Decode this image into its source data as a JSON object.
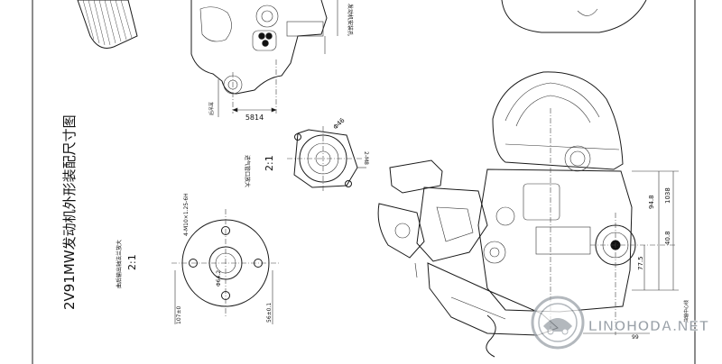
{
  "drawing": {
    "title": "2V91MW发动机外形装配尺寸图",
    "scale_main": "2:1",
    "scale_flange": "2:1",
    "flange_note": "曲后输出轴法兰放大",
    "intake_note": "进气管口放大",
    "watermark_text": "LINOHODA.NET",
    "dimensions": {
      "d_5814": "5814",
      "d_46": "Φ46",
      "d_2m8": "2-M8",
      "d_m10": "4-M10×1.25-6H",
      "d_642": "Φ64.2",
      "d_107": "107±0",
      "d_560": "56±0.1",
      "d_948": "94.8",
      "d_1038": "1038",
      "d_408": "40.8",
      "d_775": "77.5",
      "d_99": "99"
    },
    "side_notes": {
      "note_top_right": "发动机安装孔",
      "note_left_vertical": "后吊耳",
      "note_bottom_right": "曲轴中心线"
    }
  },
  "colors": {
    "line": "#1a1a1a",
    "background": "#ffffff",
    "watermark": "#9aa1a8"
  }
}
